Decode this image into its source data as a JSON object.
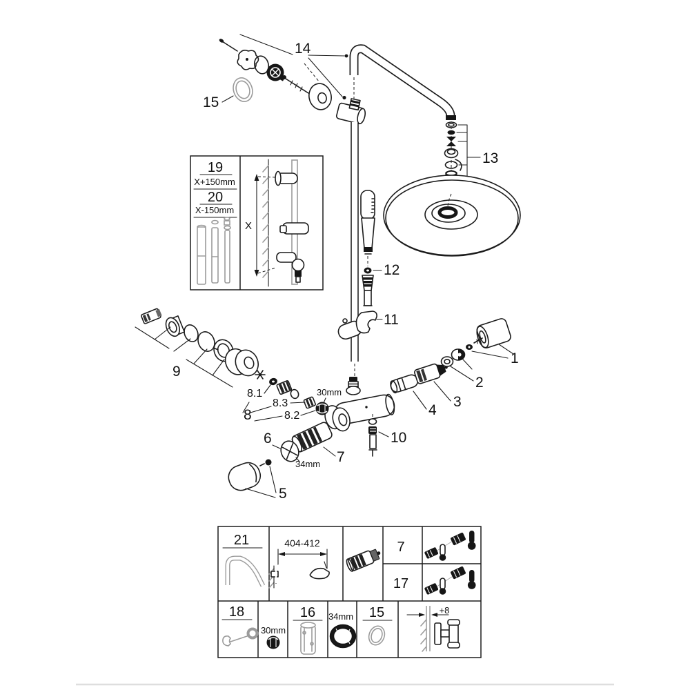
{
  "diagram": {
    "type": "exploded-parts-diagram",
    "subject": "thermostatic shower system with head and hand shower",
    "colors": {
      "line": "#1c1c1c",
      "dark_fill": "#161616",
      "gray": "#9b9b9b",
      "background": "#ffffff"
    },
    "callouts": {
      "p1": "1",
      "p2": "2",
      "p3": "3",
      "p4": "4",
      "p5": "5",
      "p6": "6",
      "p7": "7",
      "p8": "8",
      "p8_1": "8.1",
      "p8_2": "8.2",
      "p8_3": "8.3",
      "p9": "9",
      "p10": "10",
      "p11": "11",
      "p12": "12",
      "p13": "13",
      "p14": "14",
      "p15": "15"
    },
    "dims": {
      "d30": "30mm",
      "d34": "34mm"
    },
    "inset": {
      "p19": "19",
      "p19_len": "X+150mm",
      "p20": "20",
      "p20_len": "X-150mm",
      "axis": "X"
    },
    "table": {
      "r1": {
        "c1": "21",
        "c2_dim": "404-412",
        "p7": "7",
        "p17": "17"
      },
      "r2": {
        "c1": "18",
        "c2_dim": "30mm",
        "c3": "16",
        "c4_dim": "34mm",
        "c5": "15",
        "c6_dim": "+8"
      }
    }
  }
}
